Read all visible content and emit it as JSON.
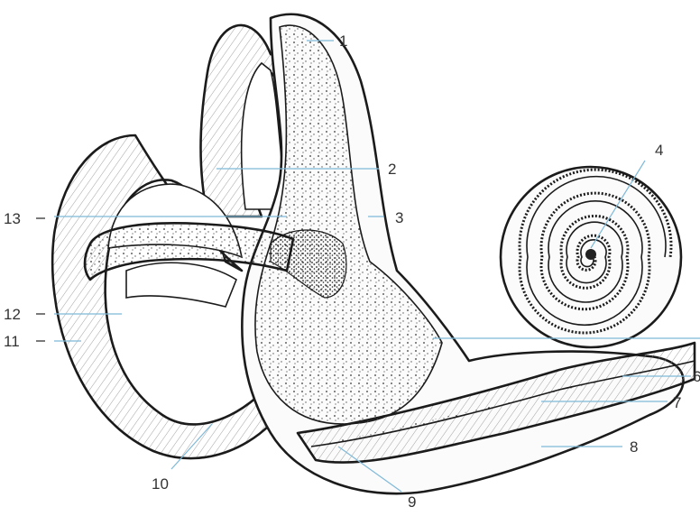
{
  "diagram": {
    "labels": [
      {
        "id": "1",
        "text": "1"
      },
      {
        "id": "2",
        "text": "2"
      },
      {
        "id": "3",
        "text": "3"
      },
      {
        "id": "4",
        "text": "4"
      },
      {
        "id": "6",
        "text": "6"
      },
      {
        "id": "7",
        "text": "7"
      },
      {
        "id": "8",
        "text": "8"
      },
      {
        "id": "9",
        "text": "9"
      },
      {
        "id": "10",
        "text": "10"
      },
      {
        "id": "11",
        "text": "11"
      },
      {
        "id": "12",
        "text": "12"
      },
      {
        "id": "13",
        "text": "13"
      }
    ]
  }
}
